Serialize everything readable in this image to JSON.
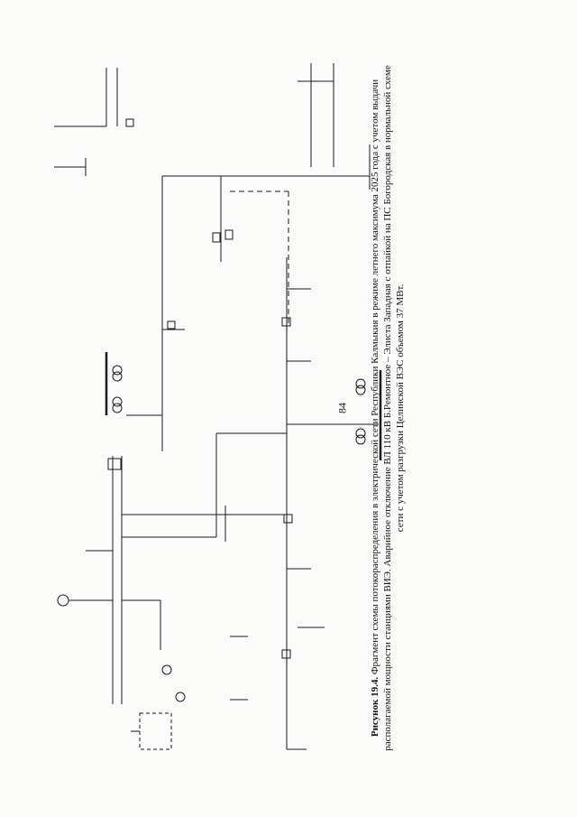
{
  "caption": {
    "prefix": "Рисунок 19.4.",
    "text": "Фрагмент схемы потокораспределения в электрической сети Республики Калмыкия в режиме летнего максимума 2025 года с учетом выдачи располагаемой мощности станциями ВИЭ. Аварийное отключение ВЛ 110 кВ Б.Ремонтное – Элиста Западная с отпайкой на ПС Богородская в нормальной схеме сети с учетом разгрузки Целинской ВЭС объемом 37 МВт."
  },
  "page_number": "84",
  "colors": {
    "line": "#1a1a1a",
    "label": "#555555",
    "paper": "#fbfbf9"
  }
}
